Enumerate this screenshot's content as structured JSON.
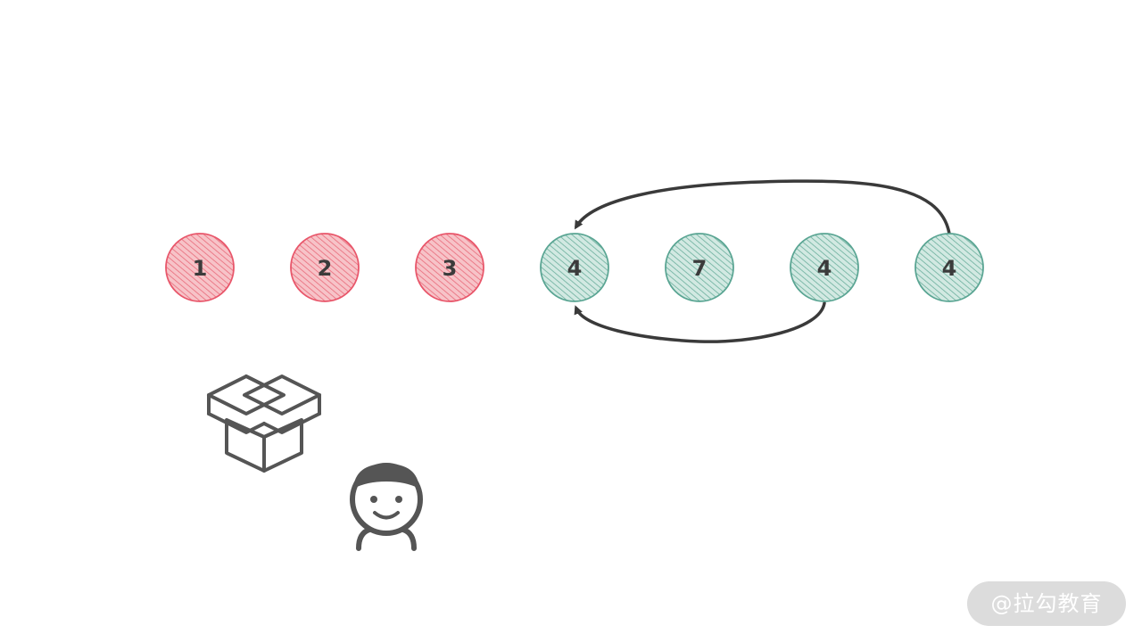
{
  "diagram": {
    "nodes": [
      {
        "label": "1",
        "group": "processed"
      },
      {
        "label": "2",
        "group": "processed"
      },
      {
        "label": "3",
        "group": "processed"
      },
      {
        "label": "4",
        "group": "pending"
      },
      {
        "label": "7",
        "group": "pending"
      },
      {
        "label": "4",
        "group": "pending"
      },
      {
        "label": "4",
        "group": "pending"
      }
    ],
    "arrows": [
      {
        "from": 6,
        "to": 3,
        "side": "top"
      },
      {
        "from": 5,
        "to": 3,
        "side": "bottom"
      }
    ],
    "colors": {
      "processed_fill": "#f3a6ad",
      "processed_stroke": "#e8566a",
      "pending_fill": "#a9d3c6",
      "pending_stroke": "#5aa593",
      "arrow": "#3a3a3a",
      "icon": "#555555"
    },
    "icons": [
      "open-box-icon",
      "person-icon"
    ]
  },
  "watermark": {
    "text": "@拉勾教育"
  }
}
